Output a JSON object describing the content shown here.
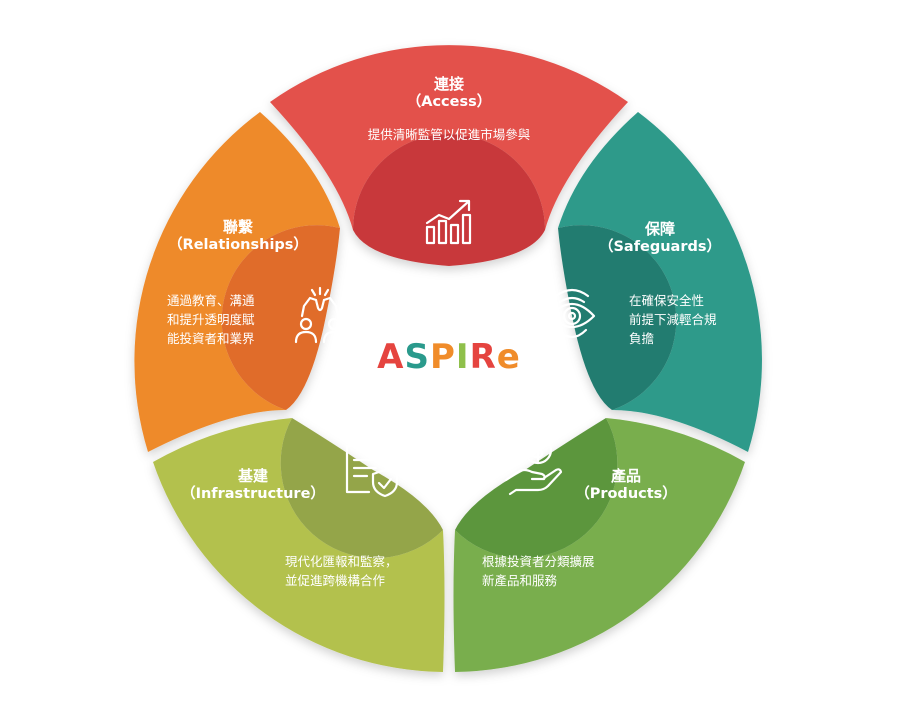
{
  "title": {
    "letters": [
      {
        "char": "A",
        "color": "#e5443f"
      },
      {
        "char": "S",
        "color": "#2a9a8c"
      },
      {
        "char": "P",
        "color": "#f08c2a"
      },
      {
        "char": "I",
        "color": "#8fc04b"
      },
      {
        "char": "R",
        "color": "#e5443f"
      },
      {
        "char": "e",
        "color": "#f08c2a"
      }
    ]
  },
  "segments": {
    "access": {
      "name": "連接",
      "english": "（Access）",
      "desc_lines": [
        "提供清晰監管以促進市場參與"
      ],
      "icon": "growth-chart-icon",
      "color": "#e3514b",
      "inner_color": "#c8393a"
    },
    "safeguards": {
      "name": "保障",
      "english": "（Safeguards）",
      "desc_lines": [
        "在確保安全性",
        "前提下減輕合規",
        "負擔"
      ],
      "icon": "shield-eye-icon",
      "color": "#2d9a8a",
      "inner_color": "#237c6f"
    },
    "products": {
      "name": "產品",
      "english": "（Products）",
      "desc_lines": [
        "根據投資者分類擴展",
        "新產品和服務"
      ],
      "icon": "hand-dollar-icon",
      "color": "#79ae4d",
      "inner_color": "#5c963e"
    },
    "infrastructure": {
      "name": "基建",
      "english": "（Infrastructure）",
      "desc_lines": [
        "現代化匯報和監察，",
        "並促進跨機構合作"
      ],
      "icon": "clipboard-shield-icon",
      "color": "#b3c14e",
      "inner_color": "#94a548"
    },
    "relationships": {
      "name": "聯繫",
      "english": "（Relationships）",
      "desc_lines": [
        "通過教育、溝通",
        "和提升透明度賦",
        "能投資者和業界"
      ],
      "icon": "high-five-icon",
      "color": "#ee8a2c",
      "inner_color": "#e06c2a"
    }
  }
}
